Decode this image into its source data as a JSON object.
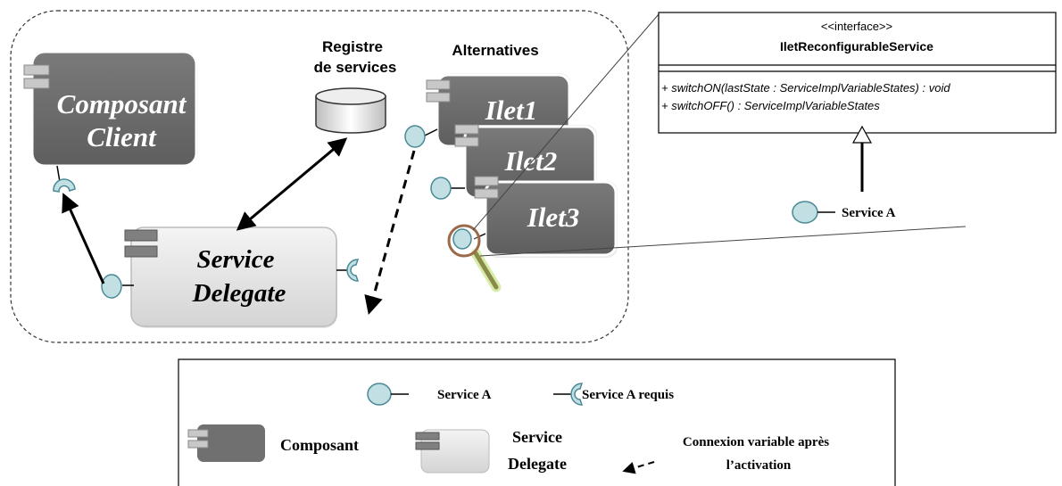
{
  "colors": {
    "component_dark": "#6e6e6e",
    "component_light": "#e6e6e6",
    "interface_fill": "#c2dfe3",
    "interface_stroke": "#4a8a96",
    "line": "#000000",
    "lens_handle": "#8a8a4a",
    "lens_glow": "#d8ecaa"
  },
  "icons": {
    "provided_interface": "lollipop-circle",
    "required_interface": "socket-half-circle",
    "magnifier": "magnifier-lens"
  },
  "labels": {
    "registry": [
      "Registre",
      "de services"
    ],
    "alternatives": "Alternatives"
  },
  "components": {
    "client": [
      "Composant",
      "Client"
    ],
    "delegate": [
      "Service",
      "Delegate"
    ],
    "ilets": [
      "Ilet1",
      "Ilet2",
      "Ilet3"
    ]
  },
  "uml": {
    "stereotype": "<<interface>>",
    "name": "IletReconfigurableService",
    "methods": [
      "+ switchON(lastState : ServiceImplVariableStates) : void",
      "+ switchOFF() : ServiceImplVariableStates"
    ],
    "service_label": "Service A"
  },
  "legend": {
    "service_provided": "Service A",
    "service_required": "Service A requis",
    "component": "Composant",
    "delegate": [
      "Service",
      "Delegate"
    ],
    "variable_connection": [
      "Connexion variable après",
      "l’activation"
    ]
  }
}
